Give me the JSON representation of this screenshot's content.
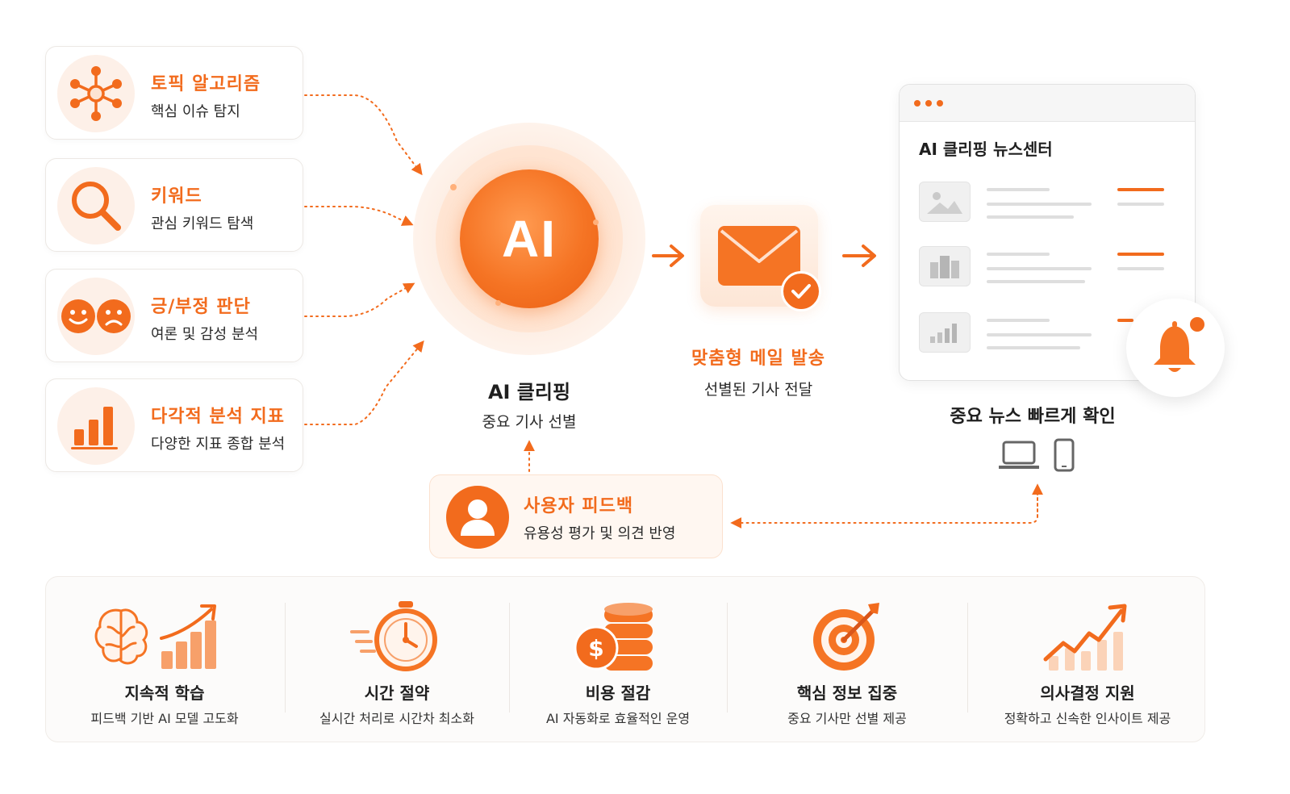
{
  "inputs": [
    {
      "title": "토픽 알고리즘",
      "sub": "핵심 이슈 탐지",
      "icon": "network-icon"
    },
    {
      "title": "키워드",
      "sub": "관심 키워드 탐색",
      "icon": "search-icon"
    },
    {
      "title": "긍/부정 판단",
      "sub": "여론 및 감성 분석",
      "icon": "sentiment-faces-icon"
    },
    {
      "title": "다각적 분석 지표",
      "sub": "다양한 지표 종합 분석",
      "icon": "bar-chart-icon"
    }
  ],
  "ai": {
    "badge": "AI",
    "title": "AI 클리핑",
    "sub": "중요 기사 선별"
  },
  "mail": {
    "title": "맞춤형 메일 발송",
    "sub": "선별된 기사 전달"
  },
  "news": {
    "window_title": "AI 클리핑 뉴스센터",
    "caption": "중요 뉴스 빠르게 확인"
  },
  "feedback": {
    "title": "사용자 피드백",
    "sub": "유용성 평가 및 의견 반영"
  },
  "benefits": [
    {
      "title": "지속적 학습",
      "sub": "피드백 기반 AI 모델 고도화",
      "icon": "brain-growth-icon"
    },
    {
      "title": "시간 절약",
      "sub": "실시간 처리로 시간차 최소화",
      "icon": "stopwatch-icon"
    },
    {
      "title": "비용 절감",
      "sub": "AI 자동화로 효율적인 운영",
      "icon": "coin-stack-icon"
    },
    {
      "title": "핵심 정보 집중",
      "sub": "중요 기사만 선별 제공",
      "icon": "target-icon"
    },
    {
      "title": "의사결정 지원",
      "sub": "정확하고 신속한 인사이트 제공",
      "icon": "trend-up-icon"
    }
  ],
  "colors": {
    "accent": "#f26b1d",
    "accent_light": "#fdf0e8",
    "text": "#1f1f1f"
  }
}
